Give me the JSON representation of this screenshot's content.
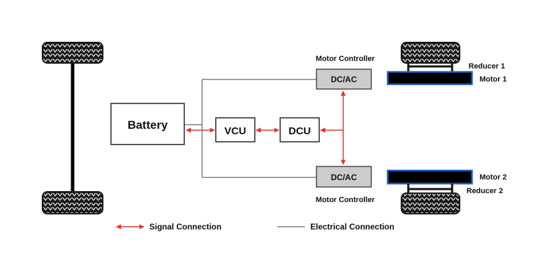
{
  "blocks": {
    "battery": "Battery",
    "vcu": "VCU",
    "dcu": "DCU",
    "inverter_1": "DC/AC",
    "inverter_2": "DC/AC"
  },
  "labels": {
    "motor_controller_1": "Motor Controller",
    "motor_controller_2": "Motor Controller",
    "reducer_1": "Reducer 1",
    "motor_1": "Motor 1",
    "motor_2": "Motor 2",
    "reducer_2": "Reducer 2"
  },
  "legend": {
    "signal": "Signal Connection",
    "electrical": "Electrical Connection"
  },
  "colors": {
    "signal": "#d63a33",
    "electrical": "#808080",
    "motor_border": "#1f5fbf",
    "motor_fill": "#000000",
    "inverter_fill": "#cccccc",
    "tire": "#1a1a1a"
  }
}
